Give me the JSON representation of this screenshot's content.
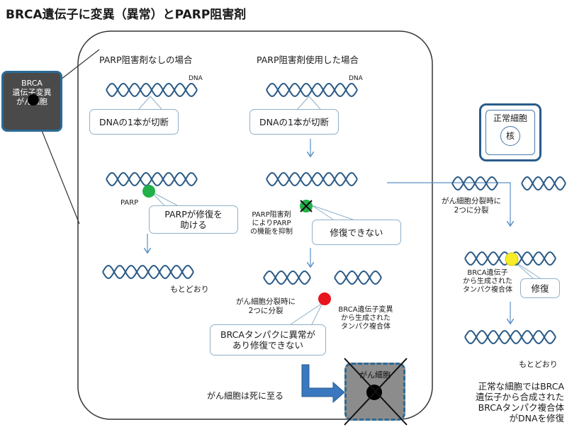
{
  "title": "BRCA遺伝子に変異（異常）とPARP阻害剤",
  "brca_cell": {
    "line1": "BRCA",
    "line2": "遺伝子変異",
    "line3": "がん細胞"
  },
  "left_panel": {
    "heading": "PARP阻害剤なしの場合",
    "dna_label": "DNA",
    "break_callout": "DNAの1本が切断",
    "parp_label": "PARP",
    "repair_callout_l1": "PARPが修復を",
    "repair_callout_l2": "助ける",
    "restored_label": "もとどおり"
  },
  "middle_panel": {
    "heading": "PARP阻害剤使用した場合",
    "dna_label": "DNA",
    "break_callout": "DNAの1本が切断",
    "inhibitor_l1": "PARP阻害剤",
    "inhibitor_l2": "によりPARP",
    "inhibitor_l3": "の機能を抑制",
    "cannot_repair_callout": "修復できない",
    "division_l1": "がん細胞分裂時に",
    "division_l2": "2つに分裂",
    "brca_complex_l1": "BRCA遺伝子変異",
    "brca_complex_l2": "から生成された",
    "brca_complex_l3": "タンパク複合体",
    "abnormal_callout_l1": "BRCAタンパクに異常が",
    "abnormal_callout_l2": "あり修復できない",
    "death_label": "がん細胞は死に至る",
    "dead_cell_label": "がん細胞"
  },
  "right_panel": {
    "normal_cell_title": "正常細胞",
    "nucleus_label": "核",
    "division_l1": "がん細胞分裂時に",
    "division_l2": "2つに分裂",
    "complex_l1": "BRCA遺伝子",
    "complex_l2": "から生成された",
    "complex_l3": "タンパク複合体",
    "repair_callout": "修復",
    "restored_label": "もとどおり",
    "summary_l1": "正常な細胞ではBRCA",
    "summary_l2": "遺伝子から合成された",
    "summary_l3": "BRCAタンパク複合体",
    "summary_l4": "がDNAを修復"
  },
  "colors": {
    "dna_strand": "#2a5a86",
    "parp_green": "#22b04a",
    "brca_red": "#e8141e",
    "brca_yellow": "#f6ec28",
    "arrow_blue": "#5b8fc4",
    "panel_border": "#333333"
  }
}
